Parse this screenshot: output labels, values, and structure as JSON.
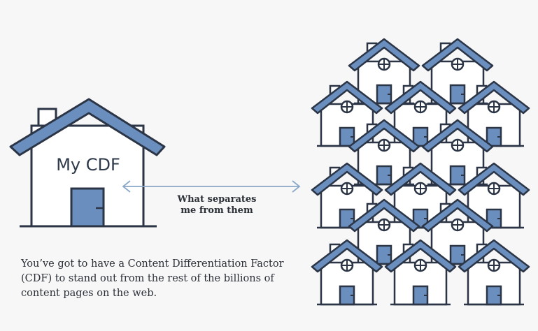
{
  "big_house": {
    "label": "My CDF"
  },
  "arrow": {
    "line1": "What separates",
    "line2": "me from them"
  },
  "caption": {
    "text": "You’ve got to have a Content Differentiation Factor (CDF) to stand out from the rest of the billions of content pages on the web."
  },
  "colors": {
    "background": "#f7f7f7",
    "outline": "#2b3546",
    "roof": "#6a8fbe",
    "door": "#6a8fbe",
    "arrow": "#8aa8c8",
    "wall": "#ffffff"
  },
  "icons": {
    "small_house": "house-icon",
    "big_house": "house-icon"
  }
}
